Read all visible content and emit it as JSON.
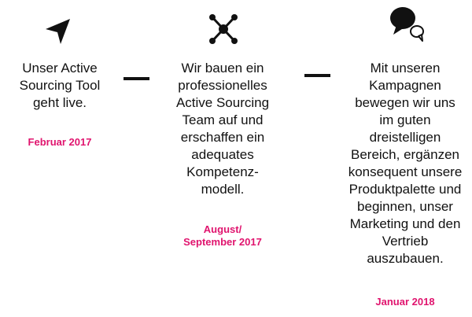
{
  "colors": {
    "accent": "#e0146e",
    "text": "#111111"
  },
  "steps": [
    {
      "icon": "paper-plane-icon",
      "text": "Unser Active\nSourcing Tool\ngeht live.",
      "date": "Februar 2017"
    },
    {
      "icon": "network-icon",
      "text": "Wir bauen ein\nprofessionelles\nActive Sourcing\nTeam auf und\nerschaffen ein\nadequates\nKompetenz-\nmodell.",
      "date": "August/\nSeptember 2017"
    },
    {
      "icon": "chat-bubbles-icon",
      "text": "Mit unseren\nKampagnen\nbewegen wir uns\nim guten\ndreistelligen\nBereich, ergänzen\nkonsequent unsere\nProduktpalette und\nbeginnen, unser\nMarketing und den\nVertrieb\nauszubauen.",
      "date": "Januar 2018"
    }
  ]
}
